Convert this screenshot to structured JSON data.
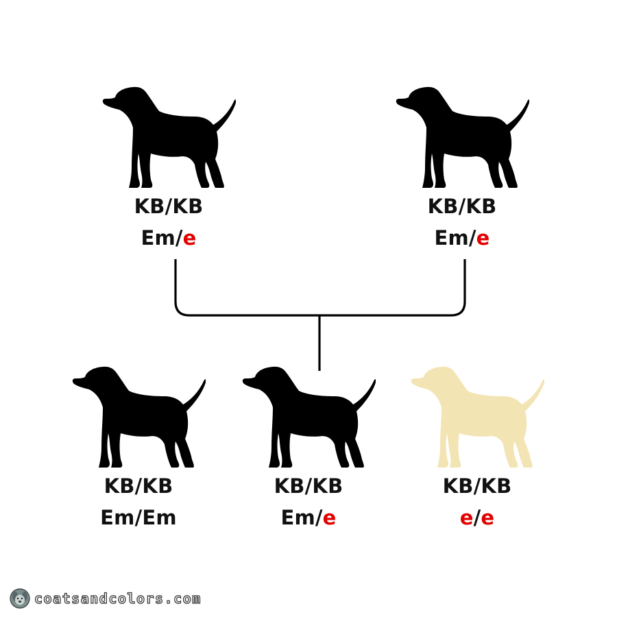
{
  "colors": {
    "black_coat": "#000000",
    "cream_coat": "#f3e4b4",
    "recessive_allele": "#e10000",
    "connector": "#000000"
  },
  "parents": [
    {
      "k_locus": "KB/KB",
      "e_locus": [
        {
          "t": "Em",
          "red": false
        },
        {
          "t": "/",
          "red": false
        },
        {
          "t": "e",
          "red": true
        }
      ],
      "coat": "black_coat"
    },
    {
      "k_locus": "KB/KB",
      "e_locus": [
        {
          "t": "Em",
          "red": false
        },
        {
          "t": "/",
          "red": false
        },
        {
          "t": "e",
          "red": true
        }
      ],
      "coat": "black_coat"
    }
  ],
  "offspring": [
    {
      "k_locus": "KB/KB",
      "e_locus": [
        {
          "t": "Em/Em",
          "red": false
        }
      ],
      "coat": "black_coat"
    },
    {
      "k_locus": "KB/KB",
      "e_locus": [
        {
          "t": "Em",
          "red": false
        },
        {
          "t": "/",
          "red": false
        },
        {
          "t": "e",
          "red": true
        }
      ],
      "coat": "black_coat"
    },
    {
      "k_locus": "KB/KB",
      "e_locus": [
        {
          "t": "e",
          "red": true
        },
        {
          "t": "/",
          "red": false
        },
        {
          "t": "e",
          "red": true
        }
      ],
      "coat": "cream_coat"
    }
  ],
  "watermark": {
    "icon": "dog-face-icon",
    "text": "coatsandcolors.com"
  }
}
